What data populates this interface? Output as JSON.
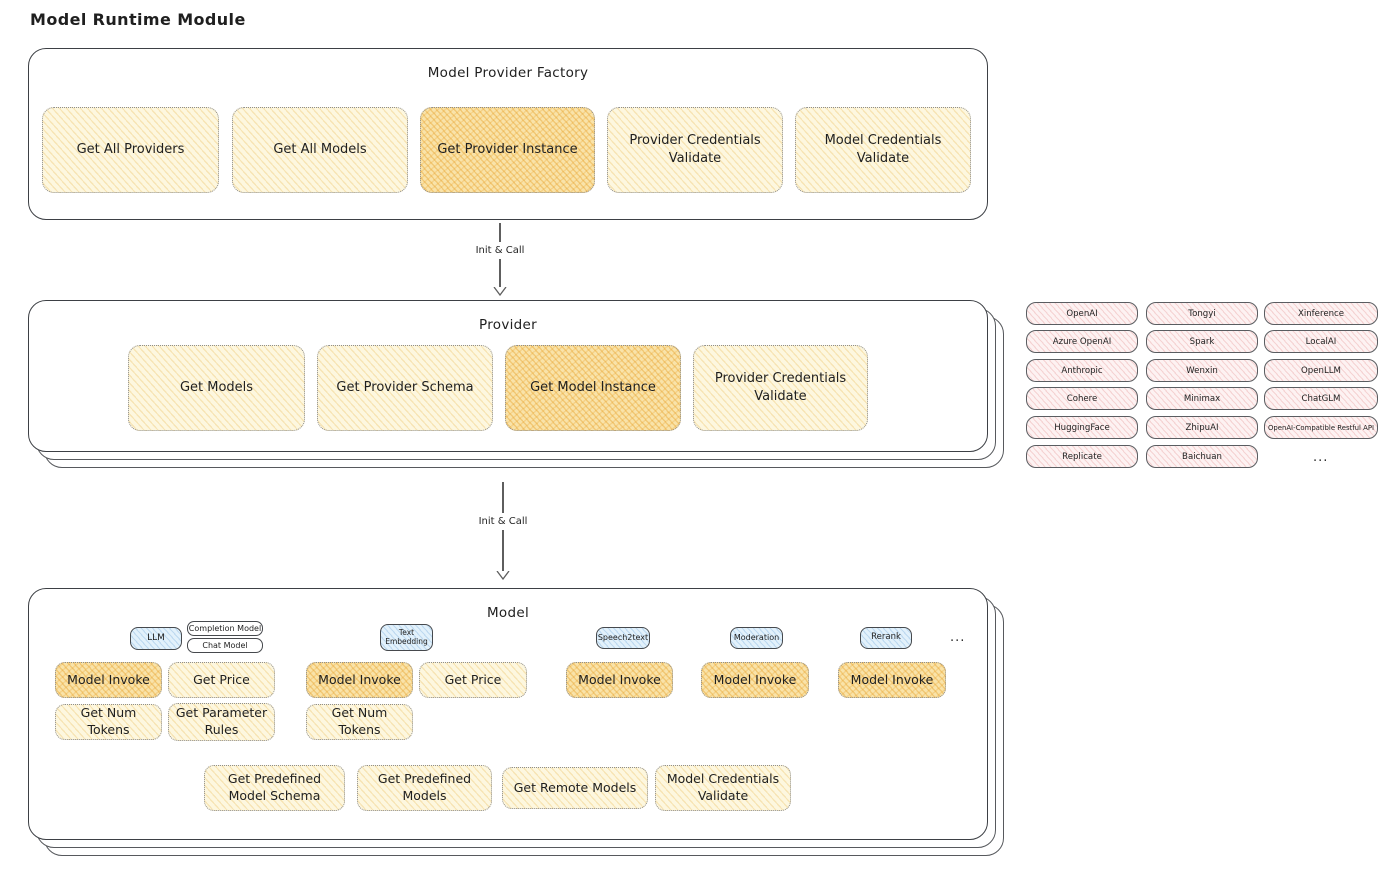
{
  "page_title": "Model Runtime Module",
  "arrows": {
    "top": "Init & Call",
    "bottom": "Init & Call"
  },
  "factory": {
    "title": "Model Provider Factory",
    "buttons": [
      {
        "label": "Get All Providers",
        "highlighted": false
      },
      {
        "label": "Get All Models",
        "highlighted": false
      },
      {
        "label": "Get Provider Instance",
        "highlighted": true
      },
      {
        "label": "Provider Credentials Validate",
        "highlighted": false
      },
      {
        "label": "Model Credentials Validate",
        "highlighted": false
      }
    ]
  },
  "provider": {
    "title": "Provider",
    "buttons": [
      {
        "label": "Get Models",
        "highlighted": false
      },
      {
        "label": "Get Provider Schema",
        "highlighted": false
      },
      {
        "label": "Get Model Instance",
        "highlighted": true
      },
      {
        "label": "Provider Credentials Validate",
        "highlighted": false
      }
    ]
  },
  "model": {
    "title": "Model",
    "type_tags": {
      "llm": "LLM",
      "completion": "Completion Model",
      "chat": "Chat Model",
      "text_embedding": "Text Embedding",
      "speech2text": "Speech2text",
      "moderation": "Moderation",
      "rerank": "Rerank",
      "more": "..."
    },
    "ops": {
      "model_invoke": "Model Invoke",
      "get_price": "Get Price",
      "get_num_tokens": "Get Num Tokens",
      "get_parameter_rules": "Get Parameter Rules"
    },
    "bottom_buttons": [
      "Get Predefined Model Schema",
      "Get Predefined Models",
      "Get Remote Models",
      "Model Credentials Validate"
    ]
  },
  "providers_list": {
    "columns": [
      [
        "OpenAI",
        "Azure OpenAI",
        "Anthropic",
        "Cohere",
        "HuggingFace",
        "Replicate"
      ],
      [
        "Tongyi",
        "Spark",
        "Wenxin",
        "Minimax",
        "ZhipuAI",
        "Baichuan"
      ],
      [
        "Xinference",
        "LocalAI",
        "OpenLLM",
        "ChatGLM",
        "OpenAI-Compatible Restful API"
      ]
    ],
    "more": "..."
  },
  "colors": {
    "node_yellow_light": "#fdf7df",
    "node_yellow_highlight": "#f9e3a9",
    "tag_blue": "#e2f1fb",
    "provider_pink": "#fdf2f2",
    "ink": "#1f1f1f"
  }
}
